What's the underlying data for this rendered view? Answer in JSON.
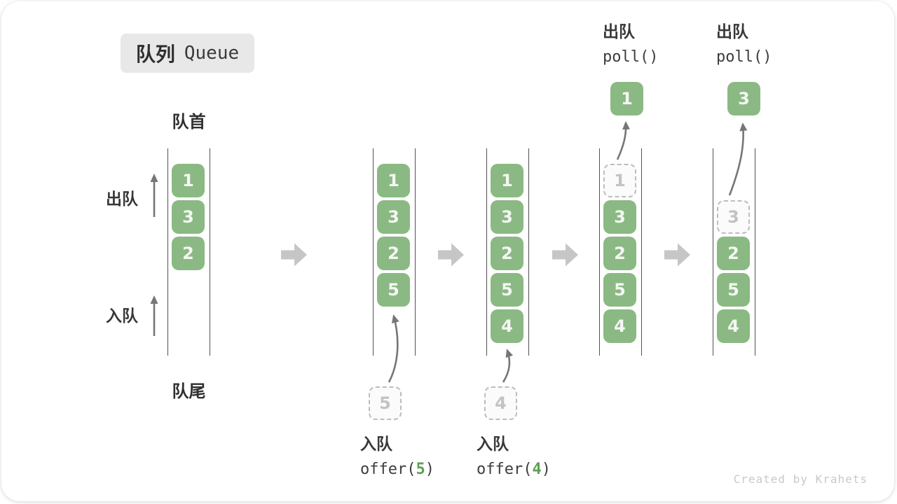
{
  "title": {
    "zh": "队列",
    "en": "Queue"
  },
  "labels": {
    "front": "队首",
    "rear": "队尾",
    "side_dequeue": "出队",
    "side_enqueue": "入队"
  },
  "queues": [
    {
      "boxes": [
        {
          "value": "1"
        },
        {
          "value": "3"
        },
        {
          "value": "2"
        }
      ]
    },
    {
      "boxes": [
        {
          "value": "1"
        },
        {
          "value": "3"
        },
        {
          "value": "2"
        },
        {
          "value": "5"
        }
      ],
      "incoming": {
        "value": "5"
      }
    },
    {
      "boxes": [
        {
          "value": "1"
        },
        {
          "value": "3"
        },
        {
          "value": "2"
        },
        {
          "value": "5"
        },
        {
          "value": "4"
        }
      ],
      "incoming": {
        "value": "4"
      }
    },
    {
      "boxes": [
        {
          "value": "1",
          "removed": true
        },
        {
          "value": "3"
        },
        {
          "value": "2"
        },
        {
          "value": "5"
        },
        {
          "value": "4"
        }
      ],
      "outgoing": {
        "value": "1"
      }
    },
    {
      "boxes": [
        {
          "value": "3",
          "removed": true
        },
        {
          "value": "2"
        },
        {
          "value": "5"
        },
        {
          "value": "4"
        }
      ],
      "outgoing": {
        "value": "3"
      }
    }
  ],
  "operations": {
    "enqueue_5": {
      "label": "入队",
      "code_prefix": "offer(",
      "arg": "5",
      "code_suffix": ")"
    },
    "enqueue_4": {
      "label": "入队",
      "code_prefix": "offer(",
      "arg": "4",
      "code_suffix": ")"
    },
    "dequeue_1": {
      "label": "出队",
      "code": "poll()"
    },
    "dequeue_3": {
      "label": "出队",
      "code": "poll()"
    }
  },
  "colors": {
    "box_green": "#8bb983",
    "box_text": "#f4f7f3",
    "dashed_border": "#bdbdbd",
    "dashed_text": "#c3c3c3",
    "arg_green": "#5ba154",
    "label_dark": "#383838",
    "block_arrow": "#c6c6c6",
    "flow_arrow": "#767676",
    "title_bg": "#e8e8e8"
  },
  "watermark": "Created by Krahets"
}
